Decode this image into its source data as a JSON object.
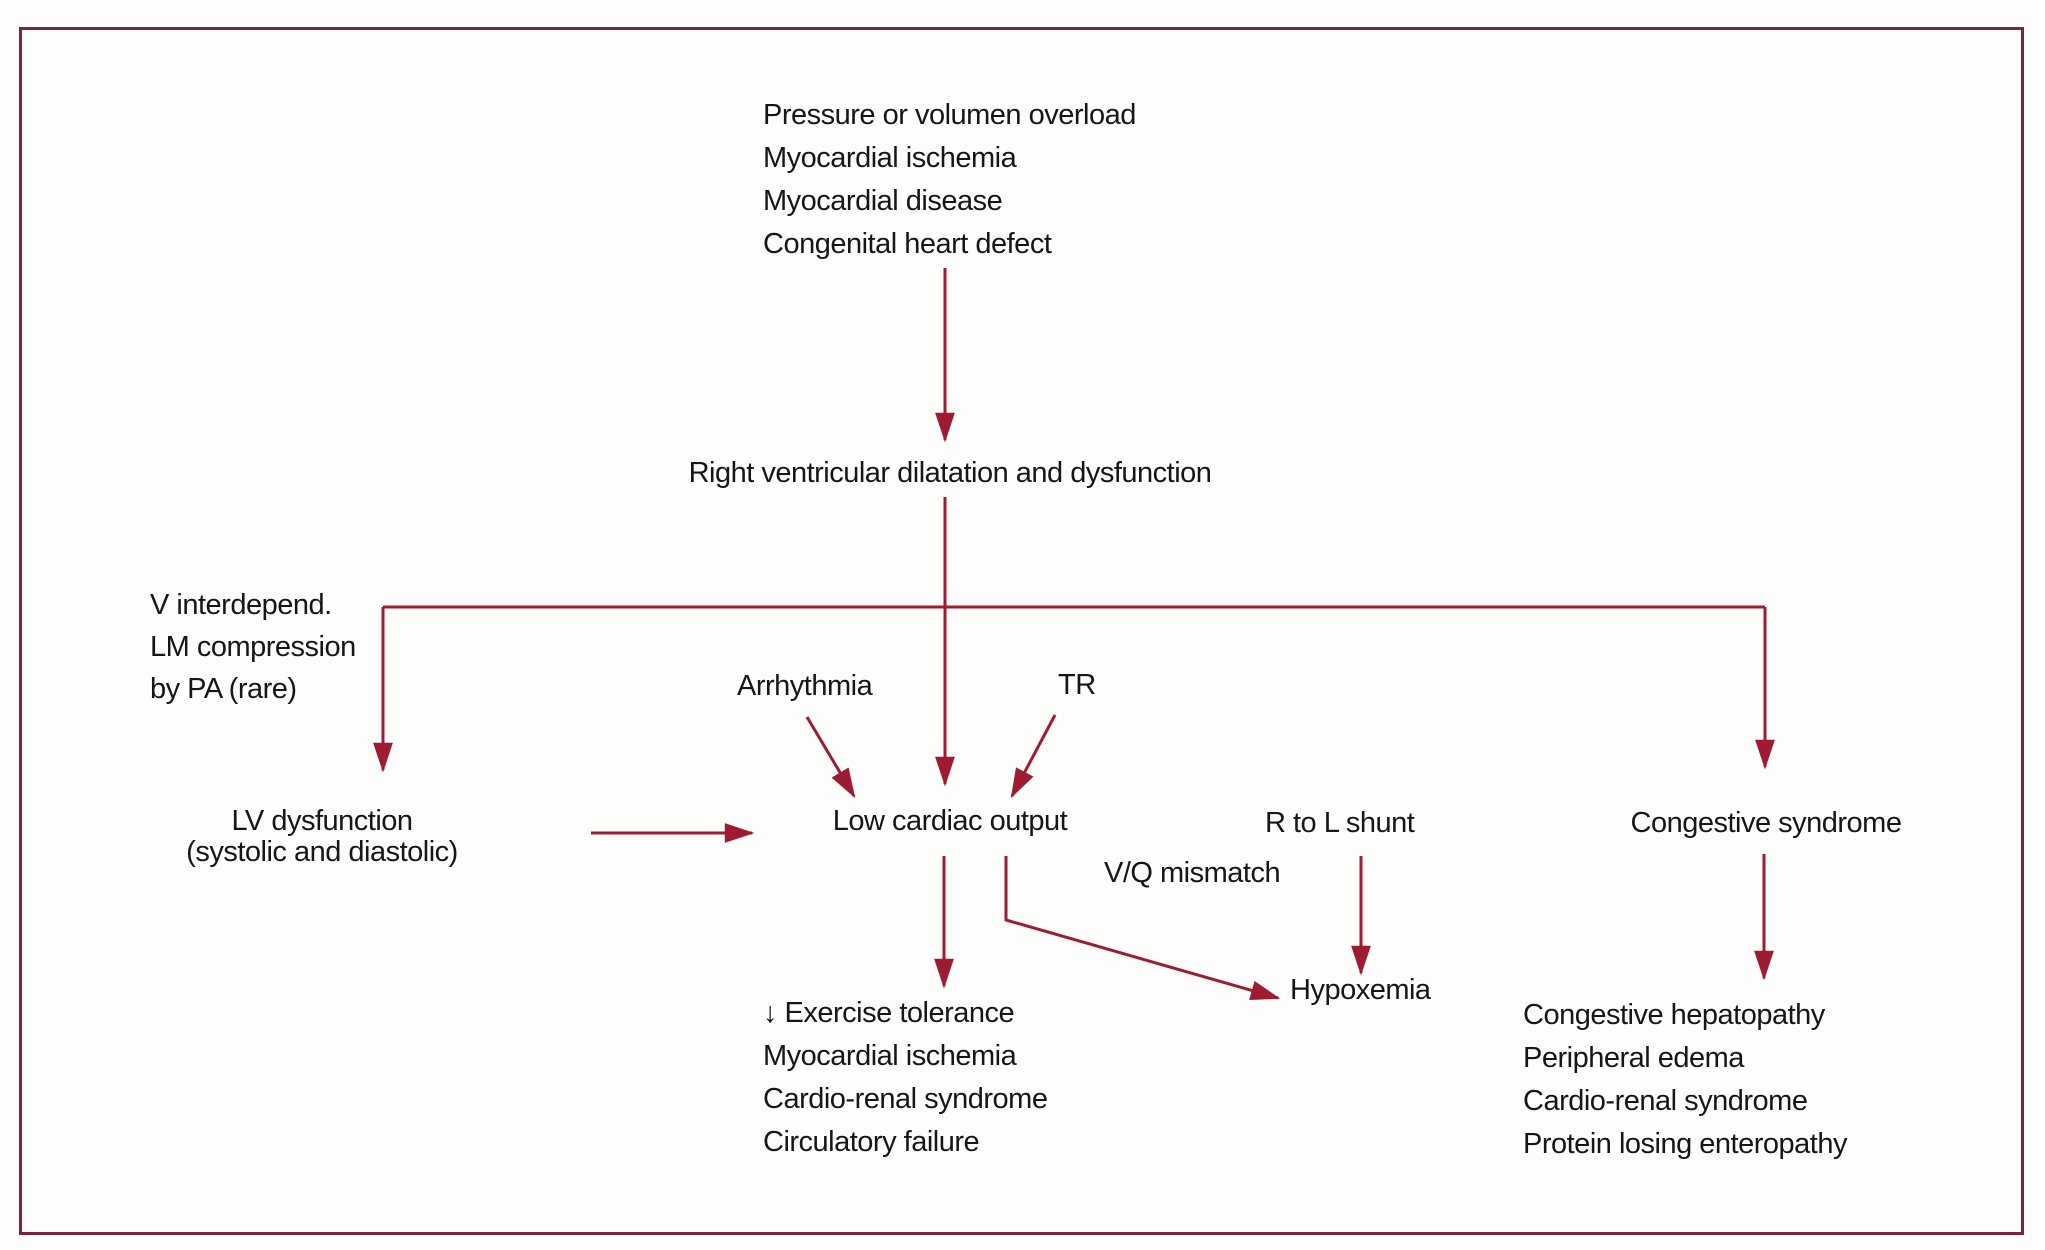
{
  "colors": {
    "arrow": "#9e1b32",
    "frame": "#7e2240",
    "text": "#161616",
    "background": "#fdfdfb"
  },
  "nodes": {
    "rv_dilatation": "Right ventricular dilatation and dysfunction",
    "lv_dysfunction_line1": "LV dysfunction",
    "lv_dysfunction_line2": "(systolic and diastolic)",
    "arrhythmia": "Arrhythmia",
    "tr": "TR",
    "low_cardiac_output": "Low cardiac output",
    "r_to_l_shunt": "R to L shunt",
    "vq_mismatch": "V/Q mismatch",
    "hypoxemia": "Hypoxemia",
    "congestive_syndrome": "Congestive syndrome"
  },
  "lists": {
    "top_causes": [
      "Pressure or volumen overload",
      "Myocardial ischemia",
      "Myocardial disease",
      "Congenital heart defect"
    ],
    "left_mechanisms": [
      "V interdepend.",
      "LM compression",
      "by PA (rare)"
    ],
    "low_output_consequences": [
      "↓ Exercise tolerance",
      "Myocardial ischemia",
      "Cardio-renal syndrome",
      "Circulatory failure"
    ],
    "congestive_consequences": [
      "Congestive hepatopathy",
      "Peripheral edema",
      "Cardio-renal syndrome",
      "Protein losing enteropathy"
    ]
  }
}
